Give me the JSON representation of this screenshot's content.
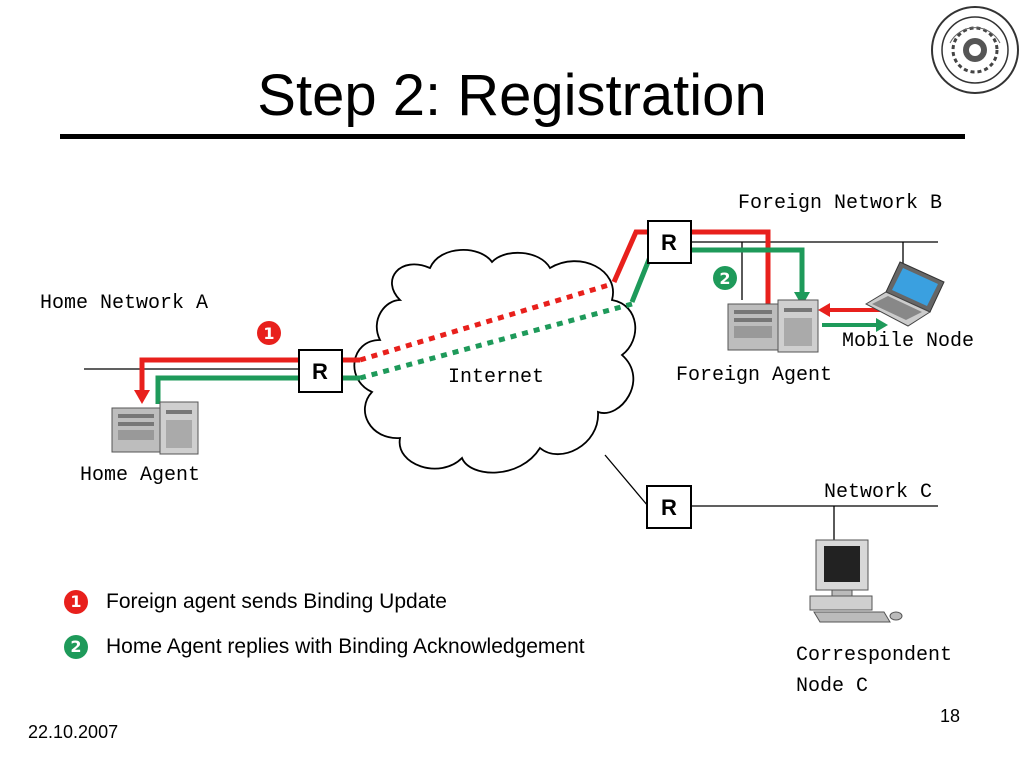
{
  "slide": {
    "title": "Step 2: Registration",
    "date": "22.10.2007",
    "page_number": "18"
  },
  "diagram": {
    "labels": {
      "home_network": "Home Network A",
      "foreign_network": "Foreign Network B",
      "network_c": "Network C",
      "internet": "Internet",
      "home_agent": "Home Agent",
      "foreign_agent": "Foreign Agent",
      "mobile_node": "Mobile Node",
      "correspondent_line1": "Correspondent",
      "correspondent_line2": "Node C",
      "router": "R"
    },
    "markers": {
      "step1": "1",
      "step2": "2"
    },
    "colors": {
      "binding_update": "#e8201c",
      "binding_ack": "#1e9a5a"
    }
  },
  "legend": [
    {
      "marker": "1",
      "text": "Foreign agent sends Binding Update",
      "color": "#e8201c"
    },
    {
      "marker": "2",
      "text": "Home Agent replies with Binding Acknowledgement",
      "color": "#1e9a5a"
    }
  ]
}
